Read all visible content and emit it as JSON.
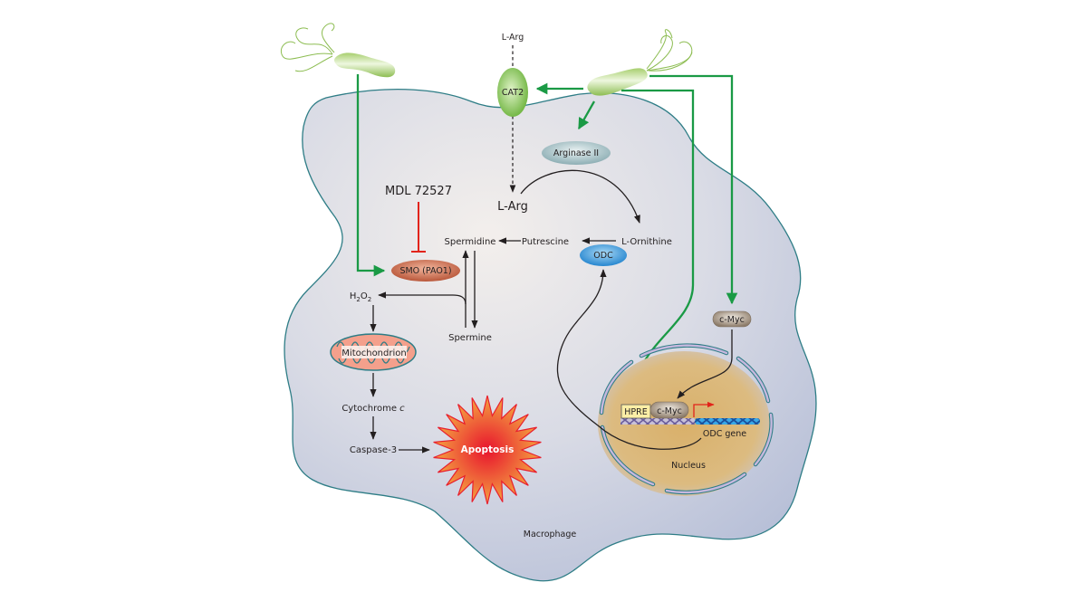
{
  "diagram": {
    "cell_label": "Macrophage",
    "nucleus_label": "Nucleus",
    "transporter": "CAT2",
    "extracellular_substrate": "L-Arg",
    "intracellular_substrate": "L-Arg",
    "enzymes": {
      "arginase": "Arginase II",
      "odc": "ODC",
      "smo": "SMO (PAO1)"
    },
    "metabolites": {
      "ornithine": "L-Ornithine",
      "putrescine": "Putrescine",
      "spermidine": "Spermidine",
      "spermine": "Spermine",
      "h2o2_main": "H",
      "h2o2_sub1": "2",
      "h2o2_o": "O",
      "h2o2_sub2": "2"
    },
    "inhibitor": "MDL 72527",
    "organelle": "Mitochondrion",
    "apoptosis_chain": {
      "cytochrome_main": "Cytochrome ",
      "cytochrome_italic": "c",
      "caspase": "Caspase-3",
      "outcome": "Apoptosis"
    },
    "transcription": {
      "cmyc_cytoplasm": "c-Myc",
      "cmyc_nuclear": "c-Myc",
      "hpre": "HPRE",
      "gene": "ODC gene"
    },
    "colors": {
      "activation_arrow": "#1a9a45",
      "inhibition": "#e2231a",
      "cell_outline": "#2e7d86",
      "cell_fill": "#d3d7e4",
      "odc_fill": "#3a9ad9",
      "smo_fill": "#c8694a",
      "cat2_fill": "#7cc04a",
      "arginase_fill": "#9fbec4",
      "cmyc_fill": "#a89886",
      "nucleus_fill": "#d9b26c",
      "hpre_fill": "#fbeea6",
      "apoptosis_outer": "#f6b23c",
      "apoptosis_core": "#e5202e"
    }
  }
}
